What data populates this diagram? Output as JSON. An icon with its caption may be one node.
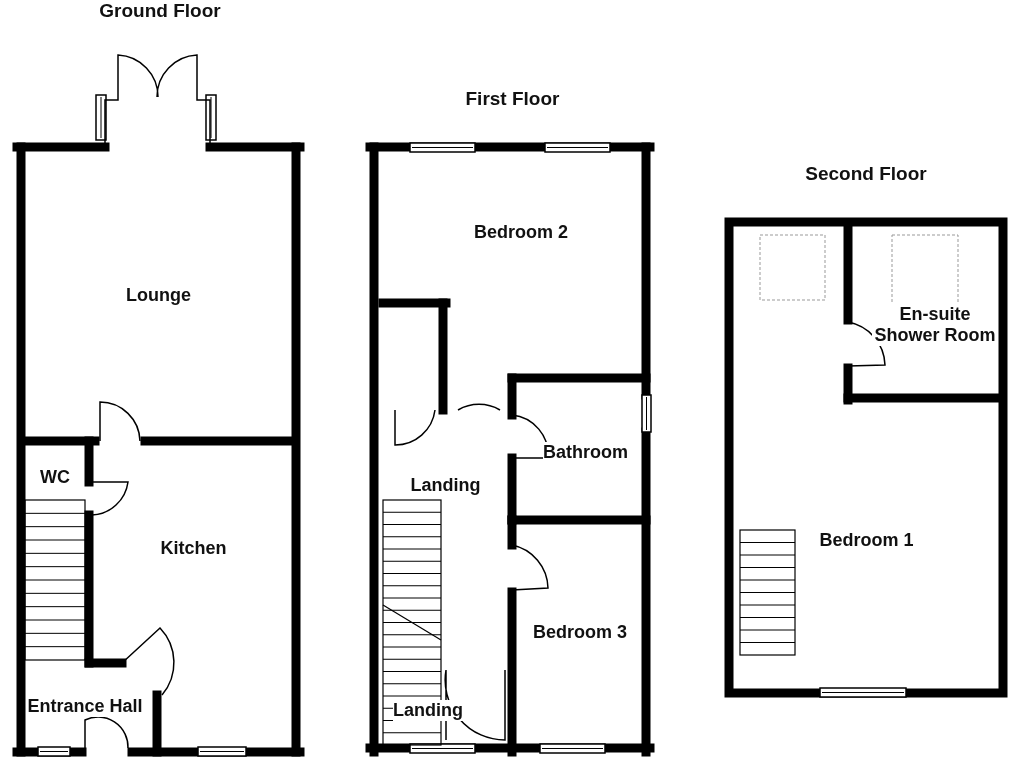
{
  "diagram": {
    "nodes": [
      {
        "text": [
          "Ground Floor"
        ]
      },
      {
        "text": [
          "Lounge"
        ],
        "in": 0
      },
      {
        "text": [
          "WC"
        ],
        "in": 0
      },
      {
        "text": [
          "Kitchen"
        ],
        "in": 0
      },
      {
        "text": [
          "Entrance Hall"
        ],
        "in": 0
      },
      {
        "text": [
          "First Floor"
        ]
      },
      {
        "text": [
          "Bedroom 2"
        ],
        "in": 5
      },
      {
        "text": [
          "Landing"
        ],
        "in": 5
      },
      {
        "text": [
          "Bathroom"
        ],
        "in": 5
      },
      {
        "text": [
          "Bedroom 3"
        ],
        "in": 5
      },
      {
        "text": [
          "Landing"
        ],
        "in": 5
      },
      {
        "text": [
          "Second Floor"
        ]
      },
      {
        "text": [
          "En-suite Shower Room"
        ],
        "in": 11
      },
      {
        "text": [
          "Bedroom 1"
        ],
        "in": 11
      }
    ],
    "edges": []
  }
}
